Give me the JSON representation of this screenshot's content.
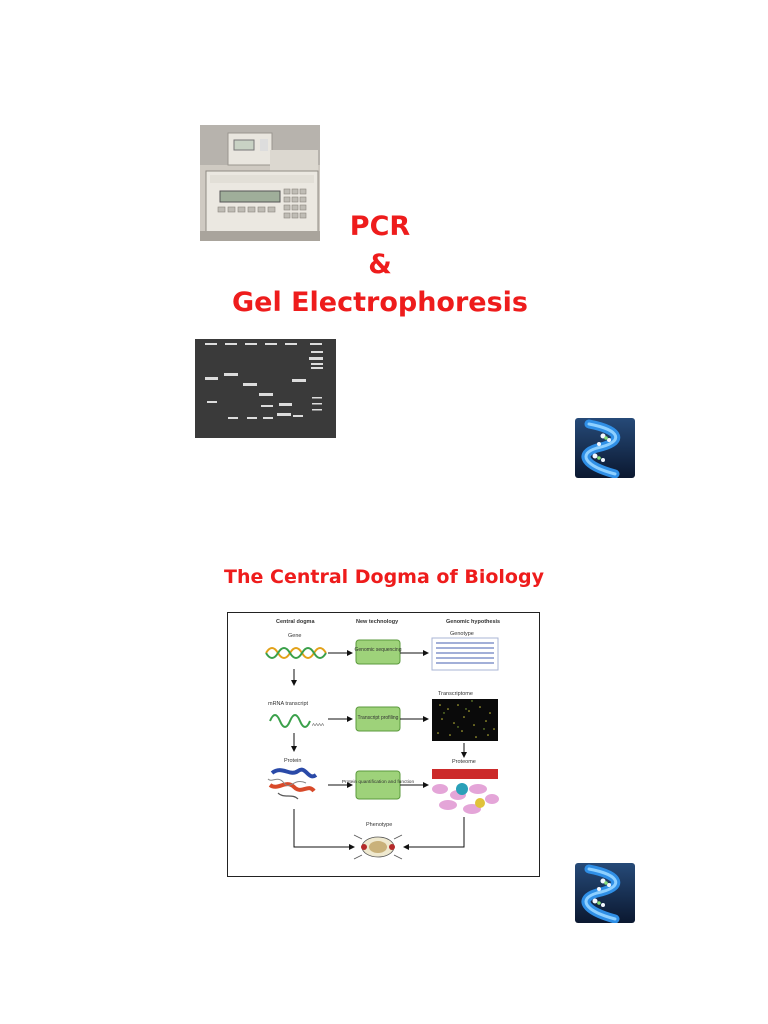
{
  "title": {
    "line1": "PCR",
    "line2": "&",
    "line3": "Gel Electrophoresis"
  },
  "dogma_title": "The Central Dogma of Biology",
  "diagram": {
    "col_central": "Central dogma",
    "col_tech": "New technology",
    "col_genomic": "Genomic hypothesis",
    "gene": "Gene",
    "mrna": "mRNA transcript",
    "aaaa": "AAAA",
    "protein": "Protein",
    "box1": "Genomic sequencing",
    "box2": "Transcript profiling",
    "box3": "Protein quantification and function",
    "genotype": "Genotype",
    "transcriptome": "Transcriptome",
    "proteome": "Proteome",
    "phenotype": "Phenotype"
  },
  "colors": {
    "title_red": "#ee1c1c",
    "box_green": "#9ed27a",
    "dna_blue": "#1e7fd6"
  },
  "icons": [
    "thermocycler-photo",
    "gel-photo",
    "dna-helix-icon"
  ]
}
